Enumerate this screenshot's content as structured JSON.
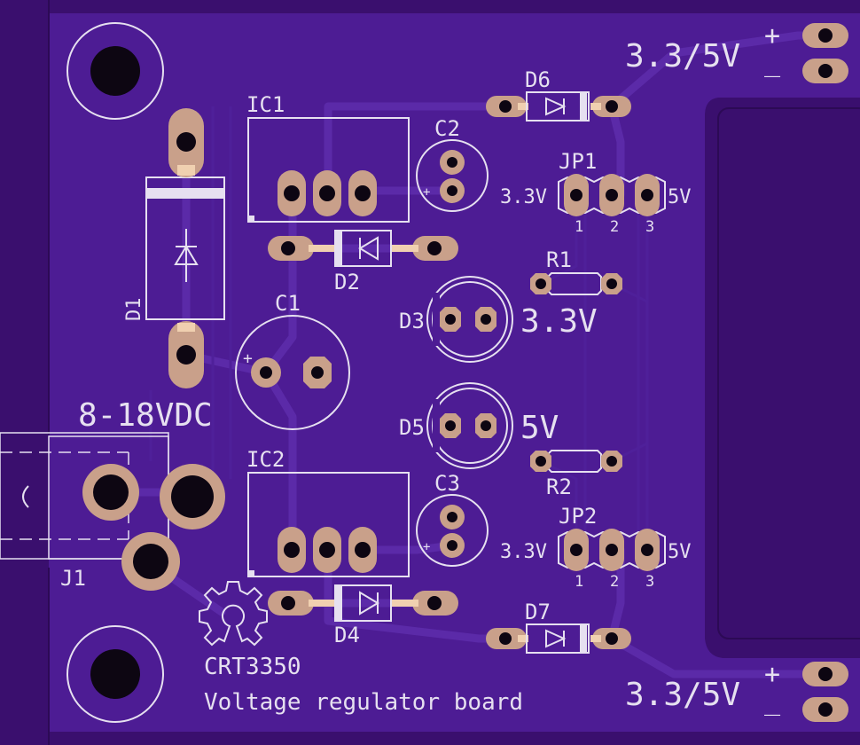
{
  "board": {
    "bg_color": "#3a0f6e",
    "copper_color": "#4d1c94",
    "silk_color": "#e6e0f0",
    "pad_color": "#c9a08a"
  },
  "labels": {
    "ic1": "IC1",
    "ic2": "IC2",
    "c1": "C1",
    "c2": "C2",
    "c3": "C3",
    "d1": "D1",
    "d2": "D2",
    "d3": "D3",
    "d4": "D4",
    "d5": "D5",
    "d6": "D6",
    "d7": "D7",
    "r1": "R1",
    "r2": "R2",
    "jp1": "JP1",
    "jp2": "JP2",
    "j1": "J1",
    "input_voltage": "8-18VDC",
    "out_top": "3.3/5V",
    "out_bottom": "3.3/5V",
    "plus": "+",
    "minus": "_",
    "jp1_left": "3.3V",
    "jp1_right": "5V",
    "jp2_left": "3.3V",
    "jp2_right": "5V",
    "pin1": "1",
    "pin2": "2",
    "pin3": "3",
    "led_33": "3.3V",
    "led_5": "5V",
    "cap_plus": "+",
    "title": "CRT3350",
    "subtitle": "Voltage regulator board"
  }
}
